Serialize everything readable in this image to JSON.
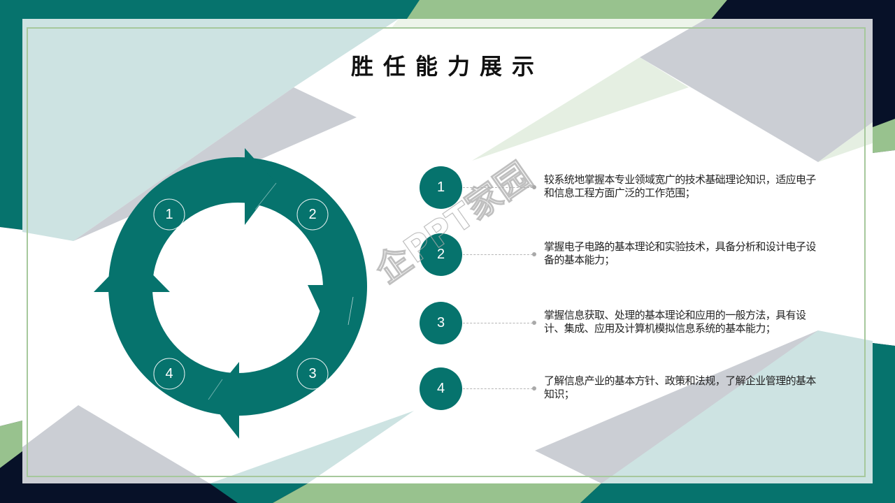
{
  "slide": {
    "title": "胜任能力展示",
    "colors": {
      "teal": "#06736D",
      "green": "#98C28E",
      "navy": "#071128",
      "light_teal": "#CDE3E2",
      "gray": "#CBCED4",
      "frame_border": "#9DC493"
    }
  },
  "cycle_diagram": {
    "steps": [
      {
        "number": "1"
      },
      {
        "number": "2"
      },
      {
        "number": "3"
      },
      {
        "number": "4"
      }
    ]
  },
  "abilities": [
    {
      "number": "1",
      "text": "较系统地掌握本专业领域宽广的技术基础理论知识，适应电子和信息工程方面广泛的工作范围；"
    },
    {
      "number": "2",
      "text": "掌握电子电路的基本理论和实验技术，具备分析和设计电子设备的基本能力；"
    },
    {
      "number": "3",
      "text": "掌握信息获取、处理的基本理论和应用的一般方法，具有设计、集成、应用及计算机模拟信息系统的基本能力；"
    },
    {
      "number": "4",
      "text": "了解信息产业的基本方针、政策和法规，了解企业管理的基本知识；"
    }
  ],
  "watermark": {
    "text": "企PPT家园"
  }
}
